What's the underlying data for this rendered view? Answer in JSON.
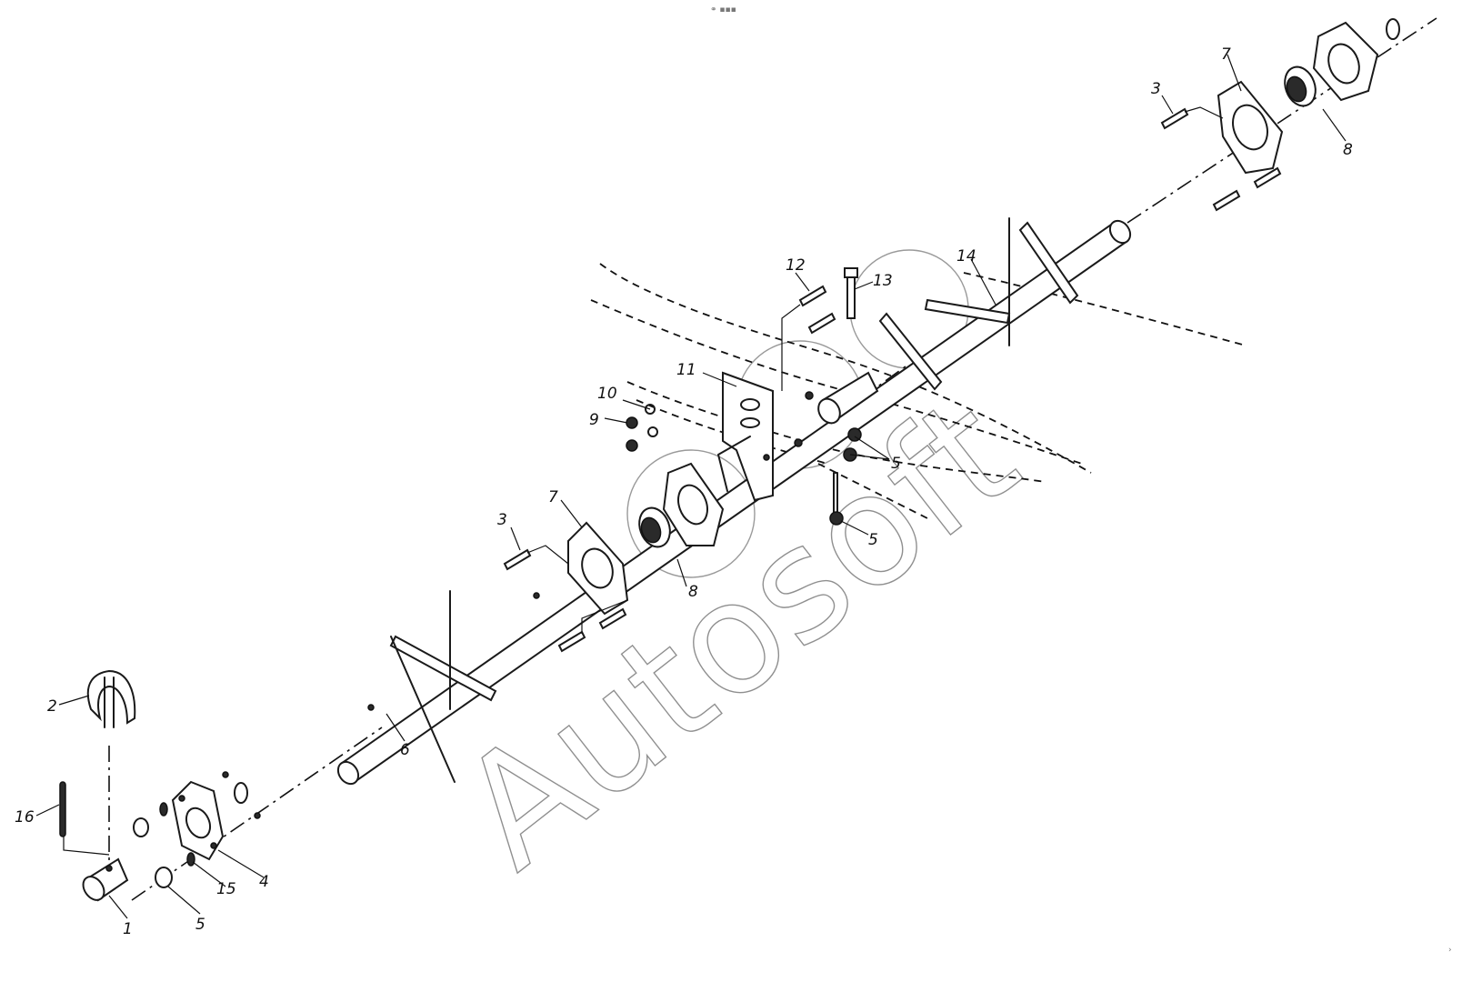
{
  "top_marker": "⚭ ▪▪▪",
  "page_marker": "›",
  "watermark": "Autosoft",
  "callouts": {
    "c1": "1",
    "c2": "2",
    "c3a": "3",
    "c3b": "3",
    "c4": "4",
    "c5a": "5",
    "c5b": "5",
    "c5c": "5",
    "c6": "6",
    "c7a": "7",
    "c7b": "7",
    "c8a": "8",
    "c8b": "8",
    "c9": "9",
    "c10": "10",
    "c11": "11",
    "c12": "12",
    "c13": "13",
    "c14": "14",
    "c15": "15",
    "c16": "16"
  }
}
